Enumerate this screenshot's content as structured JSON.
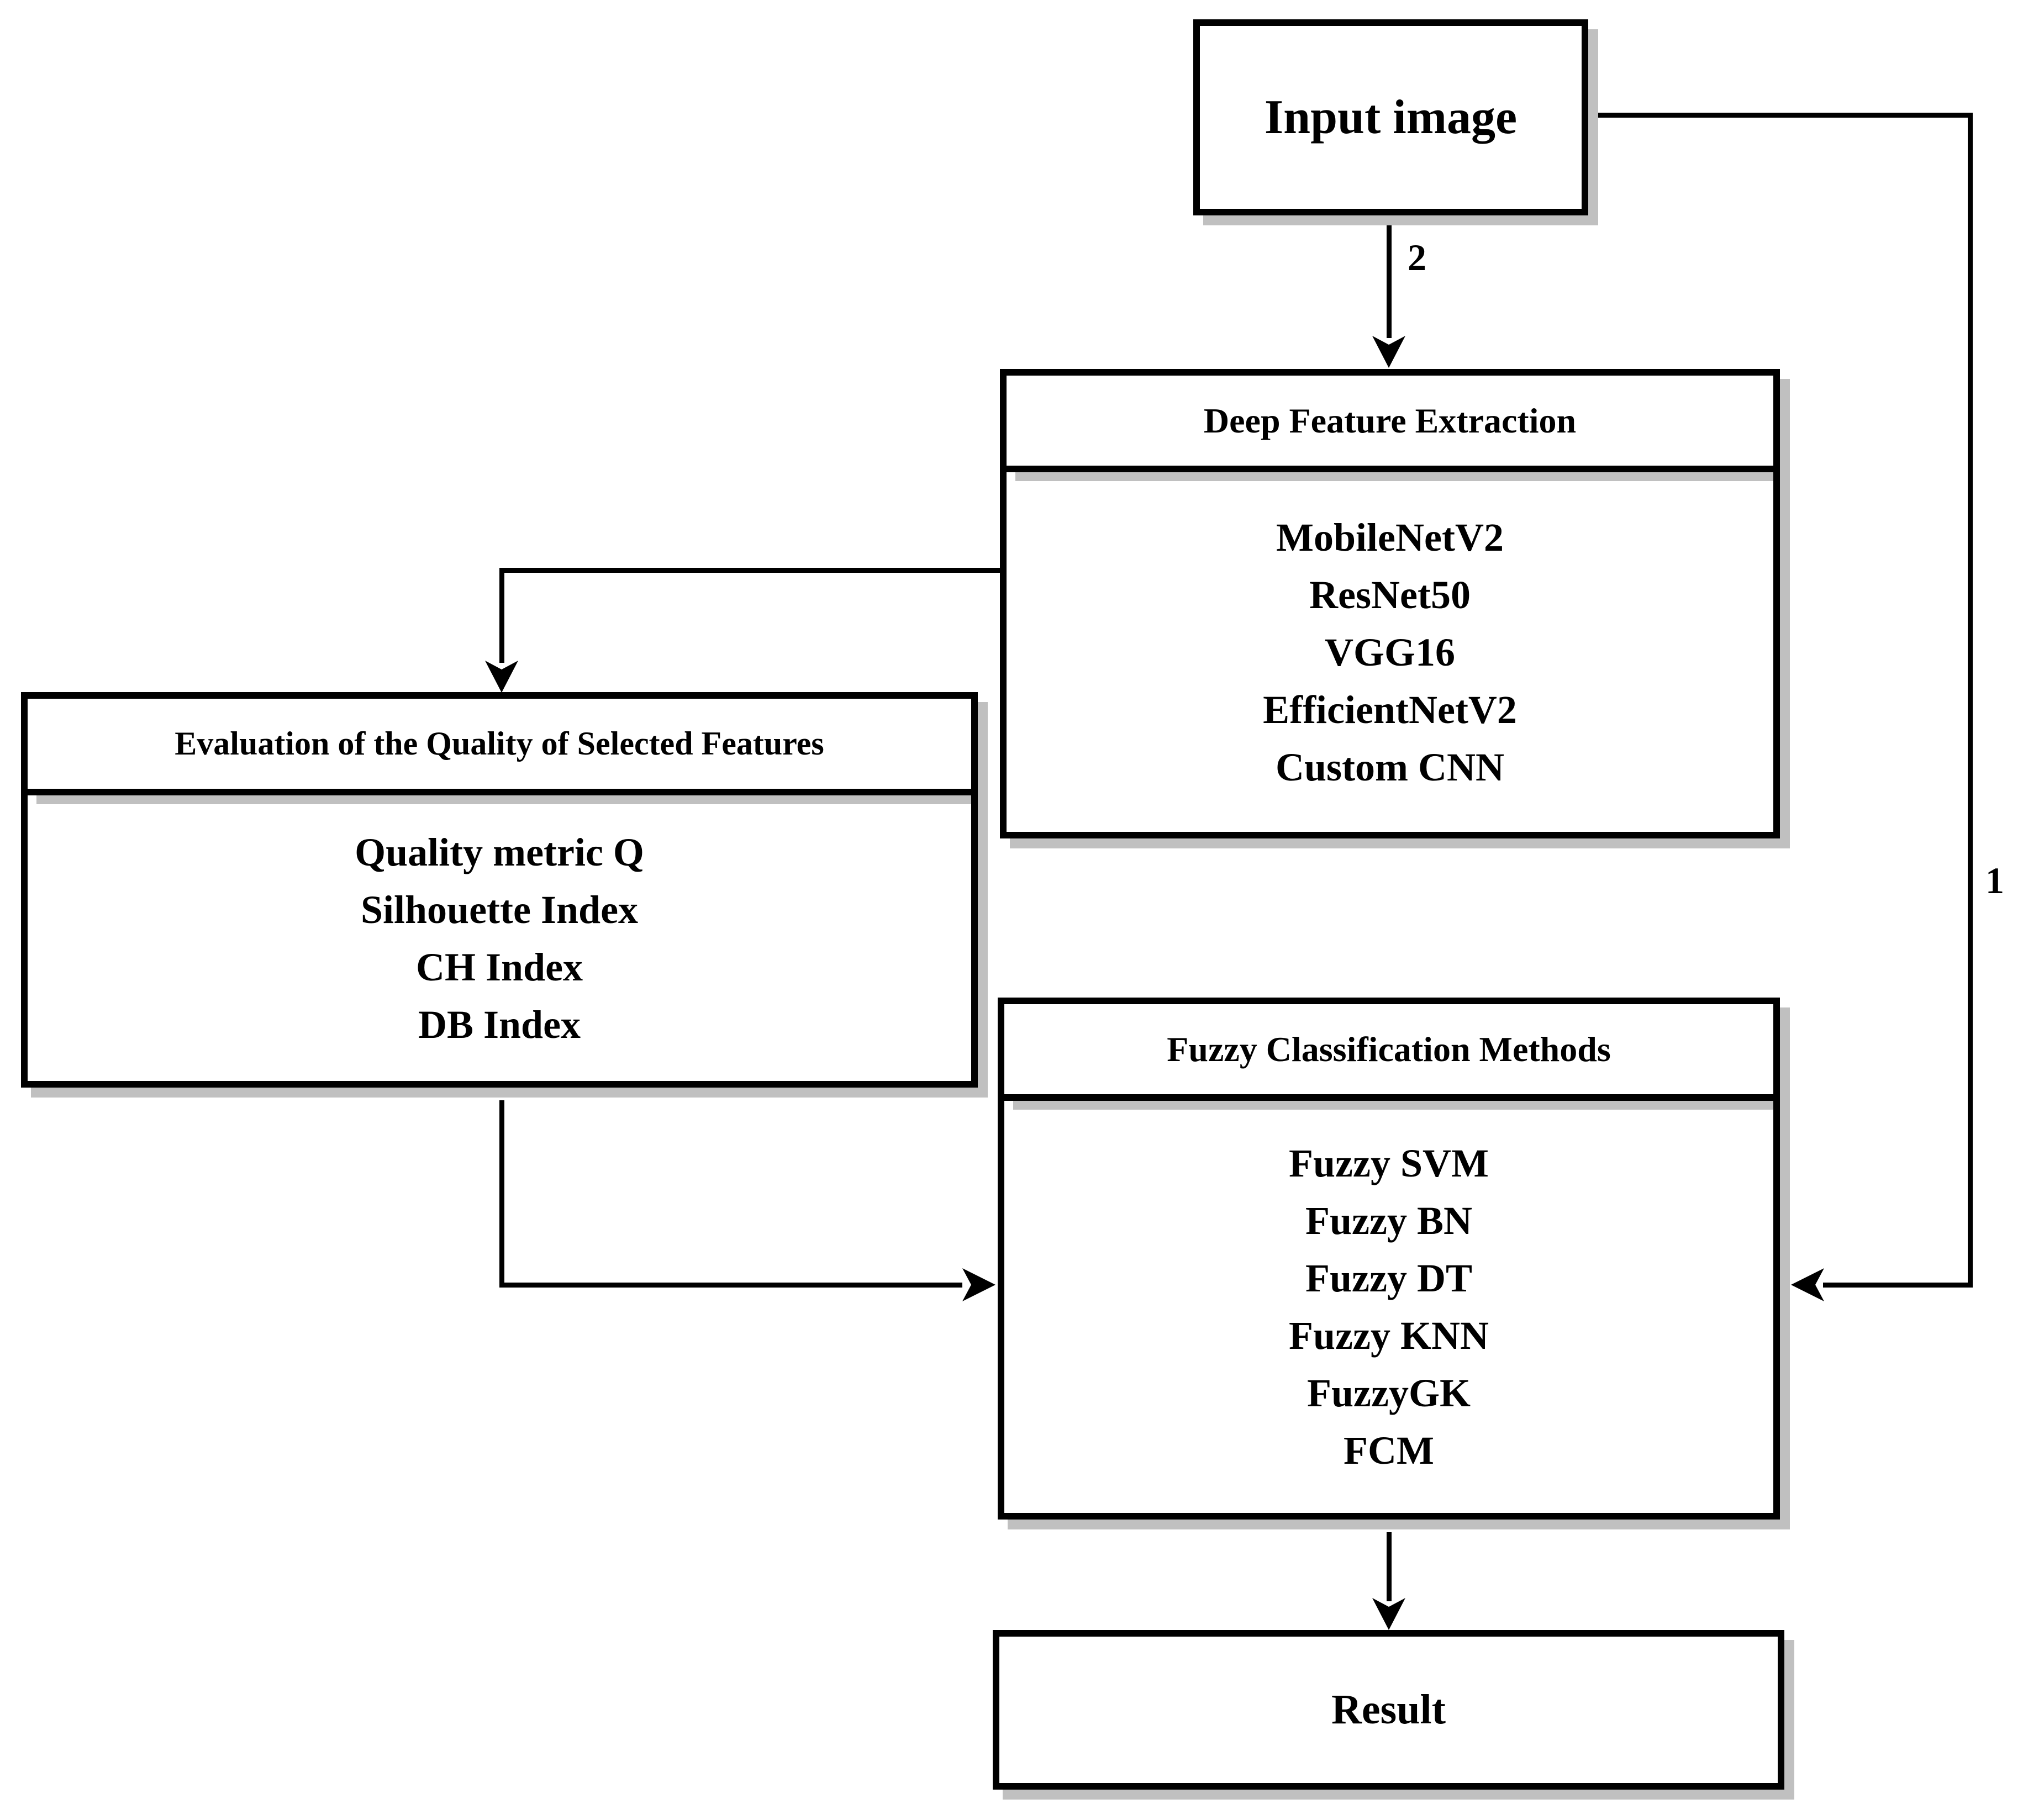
{
  "diagram": {
    "nodes": {
      "input": {
        "title": "Input image"
      },
      "feature_extraction": {
        "title": "Deep Feature Extraction",
        "items": [
          "MobileNetV2",
          "ResNet50",
          "VGG16",
          "EfficientNetV2",
          "Custom CNN"
        ]
      },
      "evaluation": {
        "title": "Evaluation of the Quality of Selected Features",
        "items": [
          "Quality metric Q",
          "Silhouette Index",
          "CH Index",
          "DB Index"
        ]
      },
      "fuzzy": {
        "title": "Fuzzy Classification Methods",
        "items": [
          "Fuzzy SVM",
          "Fuzzy BN",
          "Fuzzy DT",
          "Fuzzy KNN",
          "FuzzyGK",
          "FCM"
        ]
      },
      "result": {
        "title": "Result"
      }
    },
    "edges": {
      "input_to_fuzzy": {
        "label": "1"
      },
      "input_to_feature_extraction": {
        "label": "2"
      }
    },
    "colors": {
      "line": "#000000",
      "box_border": "#000000",
      "box_fill": "#ffffff",
      "shadow": "#c0c0c0",
      "text": "#000000"
    }
  }
}
